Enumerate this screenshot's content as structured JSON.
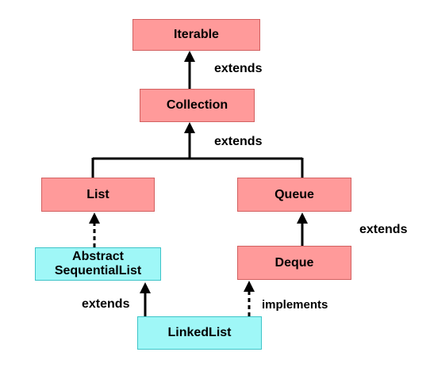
{
  "nodes": {
    "iterable": "Iterable",
    "collection": "Collection",
    "list": "List",
    "queue": "Queue",
    "abstract_sequential_list_line1": "Abstract",
    "abstract_sequential_list_line2": "SequentialList",
    "deque": "Deque",
    "linked_list": "LinkedList"
  },
  "edges": {
    "collection_to_iterable": "extends",
    "list_queue_to_collection": "extends",
    "deque_to_queue": "extends",
    "linkedlist_to_abstract": "extends",
    "linkedlist_to_deque": "implements"
  },
  "colors": {
    "interface_fill": "#ff9a9a",
    "class_fill": "#9ff7f7"
  }
}
